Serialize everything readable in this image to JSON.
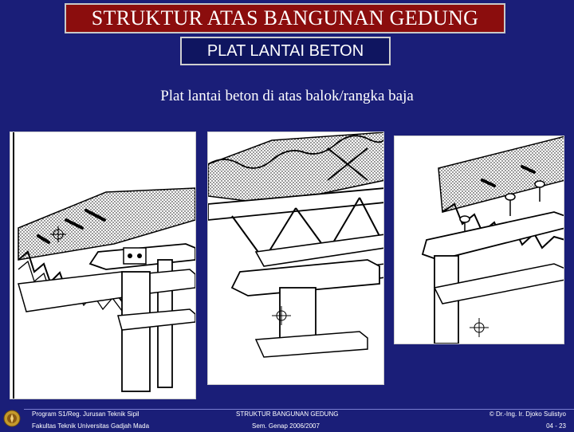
{
  "slide": {
    "title": "STRUKTUR ATAS BANGUNAN GEDUNG",
    "subtitle": "PLAT LANTAI BETON",
    "caption": "Plat lantai beton di atas balok/rangka baja"
  },
  "panels": [
    {
      "name": "panel-left"
    },
    {
      "name": "panel-middle"
    },
    {
      "name": "panel-right"
    }
  ],
  "footer": {
    "left_top": "Program S1/Reg. Jurusan Teknik Sipil",
    "left_bottom": "Fakultas Teknik Universitas Gadjah Mada",
    "center_top": "STRUKTUR BANGUNAN GEDUNG",
    "center_bottom": "Sem. Genap 2006/2007",
    "right_top": "© Dr.-Ing. Ir. Djoko Sulistyo",
    "right_bottom": "04 - 23"
  },
  "colors": {
    "background": "#1a1e78",
    "title_bar": "#8b0d0d",
    "subtitle_box": "#0f1560"
  }
}
